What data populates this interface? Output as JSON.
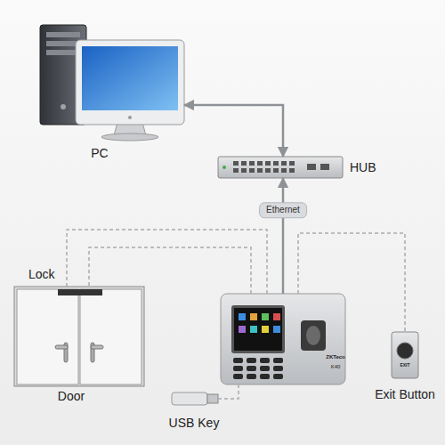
{
  "diagram": {
    "nodes": [
      {
        "text": [
          "PC"
        ]
      },
      {
        "text": [
          "HUB"
        ]
      },
      {
        "text": [
          "Lock",
          "Door"
        ]
      },
      {
        "text": [
          "ZKTeco",
          "K40"
        ]
      },
      {
        "text": [
          "USB Key"
        ]
      },
      {
        "text": [
          "Exit Button"
        ]
      }
    ],
    "edges": [
      {
        "from": 0,
        "to": 1,
        "arrow": "both"
      },
      {
        "from": 3,
        "to": 1,
        "label": "Ethernet",
        "arrow": "to"
      },
      {
        "from": 3,
        "to": 2,
        "arrow": "none"
      },
      {
        "from": 3,
        "to": 5,
        "arrow": "none"
      },
      {
        "from": 3,
        "to": 4,
        "arrow": "none"
      }
    ],
    "labels": [
      "EXIT"
    ]
  }
}
